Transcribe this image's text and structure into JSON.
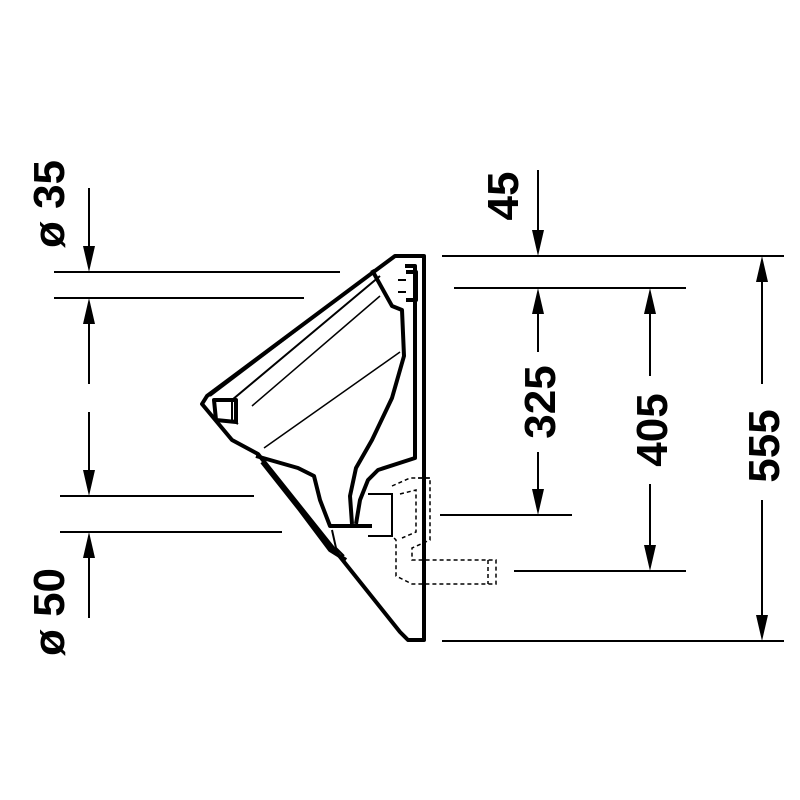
{
  "drawing": {
    "dimensions": {
      "inlet_diameter": "ø 35",
      "outlet_diameter": "ø 50",
      "top_offset": "45",
      "inlet_to_outlet": "325",
      "inlet_to_drain": "405",
      "overall_height": "555"
    },
    "colors": {
      "stroke": "#000000",
      "background": "#ffffff"
    }
  }
}
